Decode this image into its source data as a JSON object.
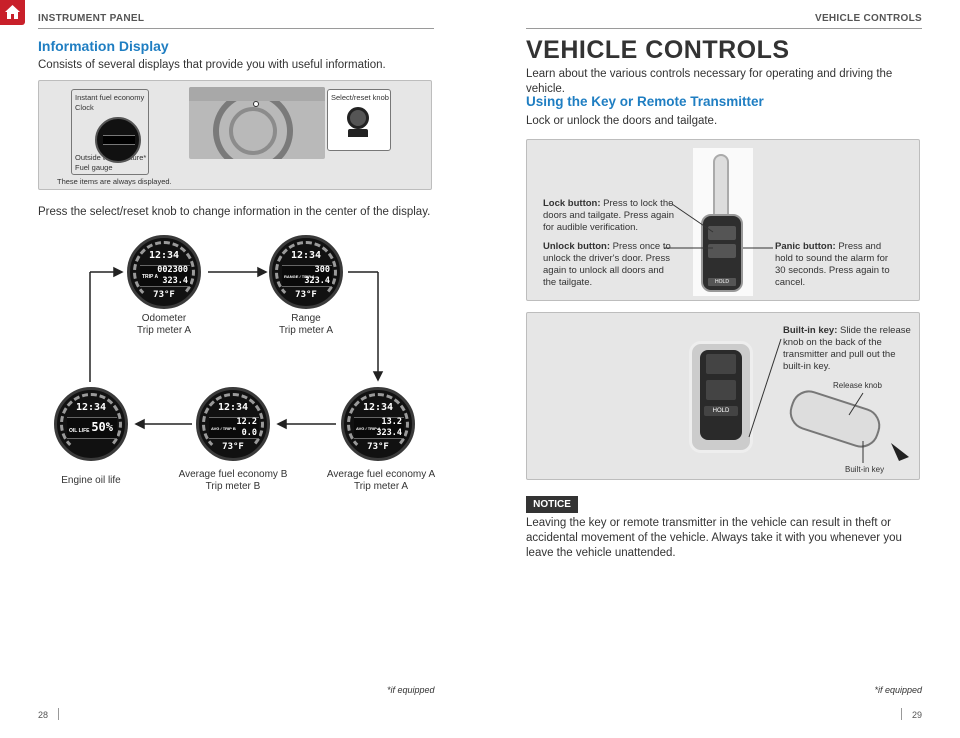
{
  "header": {
    "left_section": "INSTRUMENT PANEL",
    "right_section": "VEHICLE CONTROLS"
  },
  "left": {
    "heading": "Information Display",
    "intro": "Consists of several displays that provide you with useful information.",
    "figure": {
      "label_instant": "Instant fuel economy",
      "label_clock": "Clock",
      "label_outside": "Outside temperature*",
      "label_fuel": "Fuel gauge",
      "label_always": "These items are always displayed.",
      "label_knob": "Select/reset knob"
    },
    "instruction": "Press the select/reset knob to change information in the center of the display.",
    "displays": [
      {
        "caption_1": "Odometer",
        "caption_2": "Trip meter A",
        "clock": "12:34",
        "line1": "002300",
        "tag": "TRIP A",
        "line2": "323.4",
        "temp": "73°F"
      },
      {
        "caption_1": "Range",
        "caption_2": "Trip meter A",
        "clock": "12:34",
        "line1": "300",
        "tag": "RANGE / TRIP A",
        "line2": "323.4",
        "temp": "73°F"
      },
      {
        "caption_1": "Average fuel economy A",
        "caption_2": "Trip meter A",
        "clock": "12:34",
        "line1": "13.2",
        "tag": "AVG / TRIP A",
        "line2": "323.4",
        "temp": "73°F"
      },
      {
        "caption_1": "Average fuel economy B",
        "caption_2": "Trip meter B",
        "clock": "12:34",
        "line1": "12.2",
        "tag": "AVG / TRIP B",
        "line2": "0.0",
        "temp": "73°F"
      },
      {
        "caption_1": "Engine oil life",
        "caption_2": "",
        "clock": "12:34",
        "line1": "50%",
        "tag": "OIL LIFE",
        "line2": "",
        "temp": ""
      }
    ],
    "footnote": "*if equipped",
    "page_number": "28"
  },
  "right": {
    "title": "VEHICLE CONTROLS",
    "intro": "Learn about the various controls necessary for operating and driving the vehicle.",
    "subheading": "Using the Key or Remote Transmitter",
    "sub_intro": "Lock or unlock the doors and tailgate.",
    "lock_bold": "Lock button:",
    "lock_text": "Press to lock the doors and tailgate. Press again for audible verification.",
    "unlock_bold": "Unlock button:",
    "unlock_text": "Press once to unlock the driver's door. Press again to unlock all doors and the tailgate.",
    "panic_bold": "Panic button:",
    "panic_text": "Press and hold to sound the alarm for 30 seconds. Press again to cancel.",
    "builtin_bold": "Built-in key:",
    "builtin_text": "Slide the release knob on the back of the transmitter and pull out the built-in key.",
    "release_knob": "Release knob",
    "builtin_key": "Built-in key",
    "hold_label": "HOLD",
    "notice_label": "NOTICE",
    "notice_text": "Leaving the key or remote transmitter in the vehicle can result in theft or accidental movement of the vehicle. Always take it with you whenever you leave the vehicle unattended.",
    "footnote": "*if equipped",
    "page_number": "29"
  }
}
